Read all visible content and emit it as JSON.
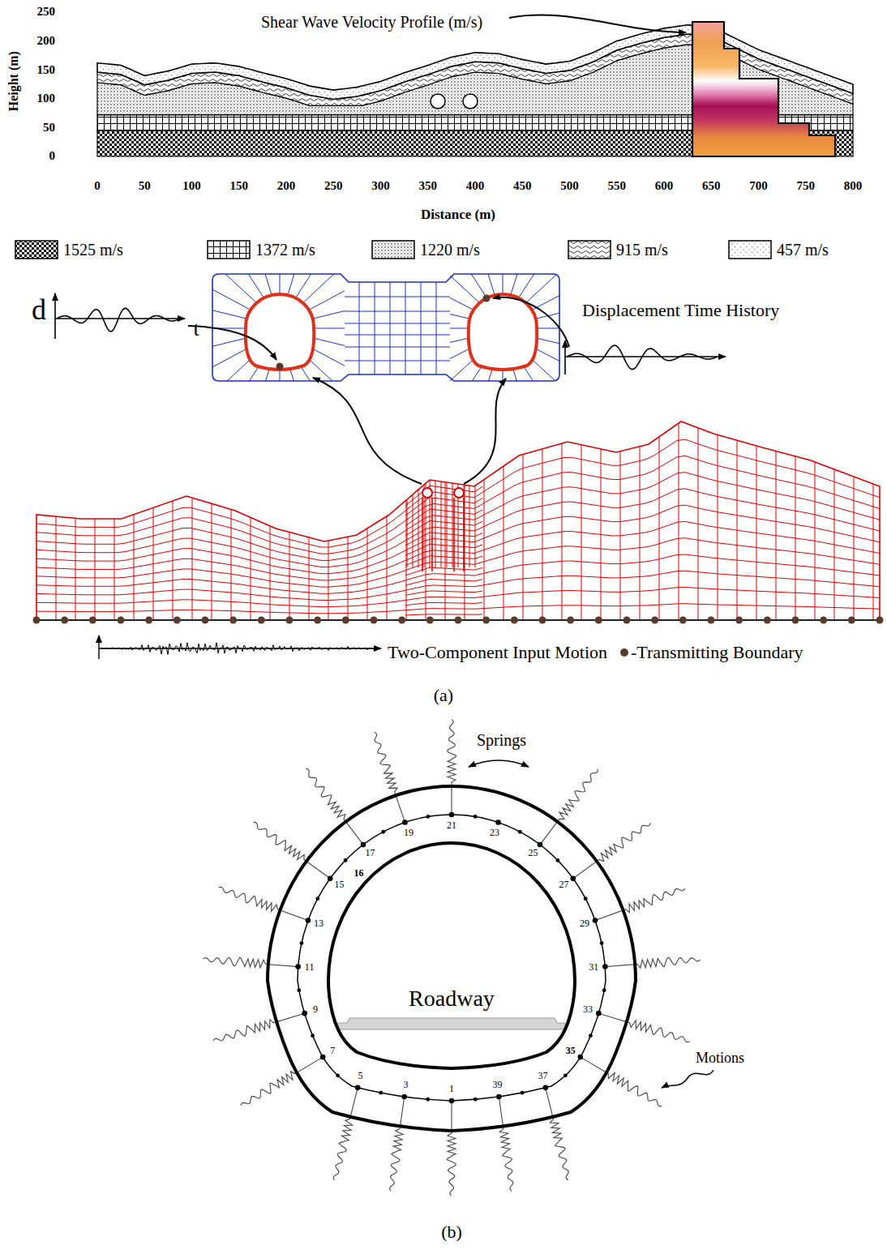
{
  "diagram": {
    "nodes": [
      {
        "text": [
          "Roadway"
        ]
      }
    ],
    "labels": [
      "Shear Wave Velocity Profile (m/s)",
      "Height (m)",
      "250",
      "200",
      "150",
      "100",
      "50",
      "0",
      "0",
      "50",
      "100",
      "150",
      "200",
      "250",
      "300",
      "350",
      "400",
      "450",
      "500",
      "550",
      "600",
      "650",
      "700",
      "750",
      "800",
      "Distance (m)",
      "d",
      "t",
      "Displacement Time History",
      "Two-Component Input Motion",
      "(a)",
      "Springs",
      "Motions",
      "21",
      "19",
      "17",
      "15",
      "13",
      "11",
      "9",
      "7",
      "5",
      "3",
      "1",
      "39",
      "37",
      "35",
      "33",
      "31",
      "29",
      "27",
      "25",
      "23",
      "16",
      "(b)"
    ],
    "legend": [
      {
        "text": "1525 m/s"
      },
      {
        "text": "1372 m/s"
      },
      {
        "text": "1220 m/s"
      },
      {
        "text": "915 m/s"
      },
      {
        "text": "457 m/s"
      },
      {
        "text": "-Transmitting Boundary"
      }
    ]
  }
}
